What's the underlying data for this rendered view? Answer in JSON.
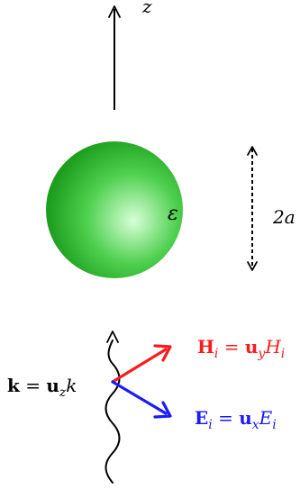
{
  "labels": {
    "z_axis": "z",
    "permittivity": "ε",
    "diameter": "2a",
    "wave_vector": {
      "k": "k",
      "eq": " = ",
      "u": "u",
      "sub": "z",
      "rhs": "k"
    },
    "magnetic_field": {
      "sym": "H",
      "sub": "i",
      "eq": " = ",
      "u": "u",
      "usub": "y",
      "rhs": "H",
      "rhssub": "i"
    },
    "electric_field": {
      "sym": "E",
      "sub": "i",
      "eq": " = ",
      "u": "u",
      "usub": "x",
      "rhs": "E",
      "rhssub": "i"
    }
  },
  "colors": {
    "sphere_light": "#d8ffd8",
    "sphere_mid": "#4fd04f",
    "sphere_dark": "#1e9e1e",
    "h_field": "#ff1a1a",
    "e_field": "#1a1aff",
    "line": "#000000"
  }
}
